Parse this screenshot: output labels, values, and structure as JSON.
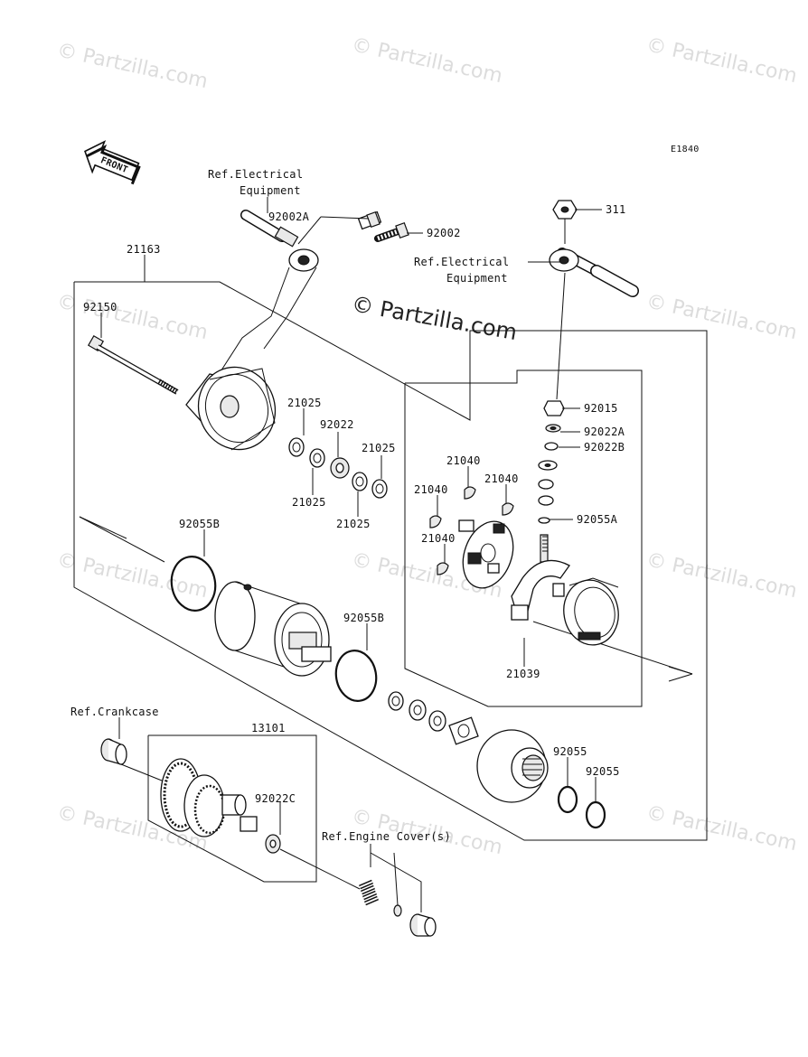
{
  "diagram_code": "E1840",
  "front_label": "FRONT",
  "watermark_main": "© Partzilla.com",
  "watermarks": [
    "© Partzilla.com",
    "© Partzilla.com",
    "© Partzilla.com",
    "© Partzilla.com",
    "© Partzilla.com",
    "© Partzilla.com",
    "© Partzilla.com",
    "© Partzilla.com",
    "© Partzilla.com",
    "© Partzilla.com",
    "© Partzilla.com"
  ],
  "references": {
    "electrical_1": [
      "Ref.Electrical",
      "Equipment"
    ],
    "electrical_2": [
      "Ref.Electrical",
      "Equipment"
    ],
    "crankcase": "Ref.Crankcase",
    "engine_cover": "Ref.Engine Cover(s)"
  },
  "part_labels": {
    "p92002A": "92002A",
    "p92002": "92002",
    "p311": "311",
    "p21163": "21163",
    "p92150": "92150",
    "p92015": "92015",
    "p92022A": "92022A",
    "p92022B": "92022B",
    "p92055A": "92055A",
    "p21025a": "21025",
    "p92022": "92022",
    "p21025b": "21025",
    "p21025c": "21025",
    "p21025d": "21025",
    "p21040a": "21040",
    "p21040b": "21040",
    "p21040c": "21040",
    "p21040d": "21040",
    "p92055B_1": "92055B",
    "p92055B_2": "92055B",
    "p21039": "21039",
    "p13101": "13101",
    "p92022C": "92022C",
    "p92055_1": "92055",
    "p92055_2": "92055"
  }
}
